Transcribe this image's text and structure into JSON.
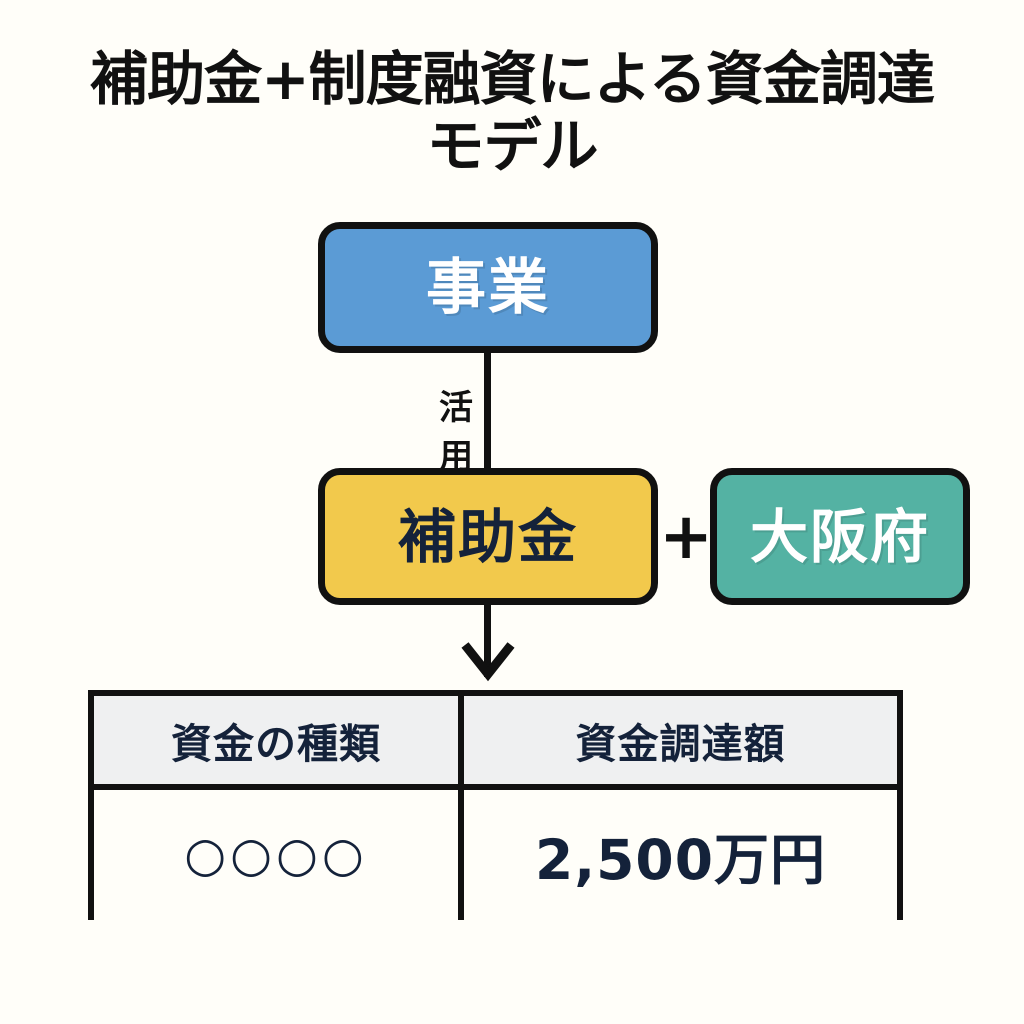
{
  "title": {
    "line1": "補助金+制度融資による資金調達",
    "line2": "モデル"
  },
  "nodes": {
    "business": {
      "label": "事業",
      "color": "#5b9bd5",
      "text_color": "#ffffff"
    },
    "subsidy": {
      "label": "補助金",
      "color": "#f2c94c",
      "text_color": "#14223a"
    },
    "osaka": {
      "label": "大阪府",
      "color": "#54b2a3",
      "text_color": "#ffffff"
    }
  },
  "operators": {
    "plus": "+"
  },
  "connectors": {
    "business_to_subsidy_label": "活用"
  },
  "table": {
    "headers": {
      "fund_type": "資金の種類",
      "fund_amount": "資金調達額"
    },
    "rows": [
      {
        "fund_type": "○○○○",
        "fund_amount": "2,500万円"
      }
    ]
  },
  "colors": {
    "background": "#fffef9",
    "outline": "#111111",
    "navy_text": "#14223a",
    "table_header_bg": "#eff0f1"
  }
}
